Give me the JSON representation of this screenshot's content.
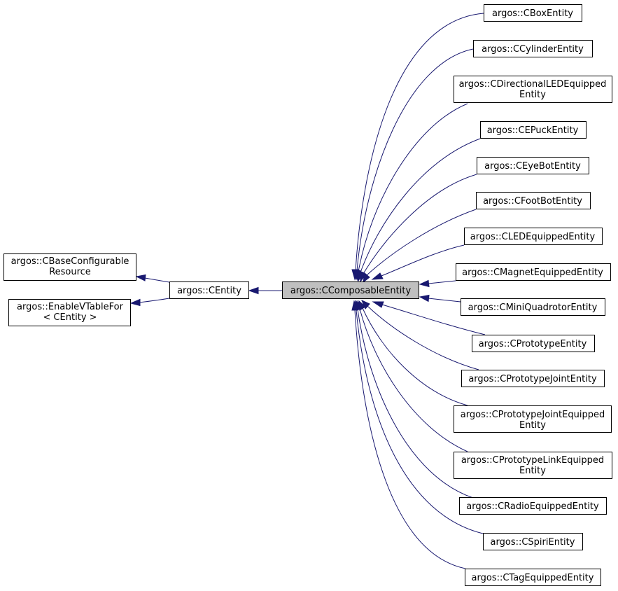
{
  "diagram": {
    "focus_class": "argos::CComposableEntity",
    "base_chain": {
      "entity": "argos::CEntity",
      "base_configurable_resource": [
        "argos::CBaseConfigurable",
        "Resource"
      ],
      "enable_vtable_for": [
        "argos::EnableVTableFor",
        "< CEntity >"
      ]
    },
    "derived_classes": [
      [
        "argos::CBoxEntity"
      ],
      [
        "argos::CCylinderEntity"
      ],
      [
        "argos::CDirectionalLEDEquipped",
        "Entity"
      ],
      [
        "argos::CEPuckEntity"
      ],
      [
        "argos::CEyeBotEntity"
      ],
      [
        "argos::CFootBotEntity"
      ],
      [
        "argos::CLEDEquippedEntity"
      ],
      [
        "argos::CMagnetEquippedEntity"
      ],
      [
        "argos::CMiniQuadrotorEntity"
      ],
      [
        "argos::CPrototypeEntity"
      ],
      [
        "argos::CPrototypeJointEntity"
      ],
      [
        "argos::CPrototypeJointEquipped",
        "Entity"
      ],
      [
        "argos::CPrototypeLinkEquipped",
        "Entity"
      ],
      [
        "argos::CRadioEquippedEntity"
      ],
      [
        "argos::CSpiriEntity"
      ],
      [
        "argos::CTagEquippedEntity"
      ]
    ],
    "colors": {
      "edge": "#191970",
      "focus_fill": "#bfbfbf",
      "node_border": "#000000",
      "background": "#ffffff"
    }
  }
}
